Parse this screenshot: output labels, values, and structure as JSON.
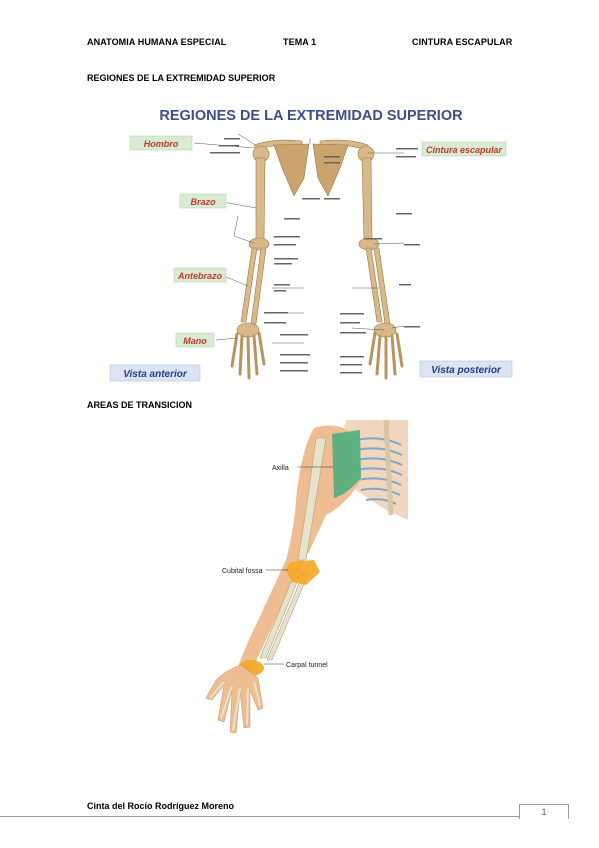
{
  "header": {
    "course": "ANATOMIA HUMANA ESPECIAL",
    "topic": "TEMA 1",
    "subject": "CINTURA ESCAPULAR"
  },
  "sections": {
    "regions_title": "REGIONES DE LA EXTREMIDAD SUPERIOR",
    "transition_title": "AREAS DE TRANSICION"
  },
  "figure_regions": {
    "title": "REGIONES DE LA EXTREMIDAD SUPERIOR",
    "region_labels": [
      "Hombro",
      "Brazo",
      "Antebrazo",
      "Mano"
    ],
    "girdle_label": "Cintura escapular",
    "view_anterior": "Vista anterior",
    "view_posterior": "Vista posterior"
  },
  "figure_transition": {
    "labels": [
      "Axilla",
      "Cubital fossa",
      "Carpal tunnel"
    ]
  },
  "footer": {
    "author": "Cinta del Rocío Rodríguez Moreno",
    "page": "1"
  },
  "colors": {
    "label_bg": "#d9ecd3",
    "label_text": "#c0392b",
    "view_bg": "#dce3f3",
    "view_text": "#1f3f8f",
    "bone": "#d9b98a",
    "axilla": "#4fae7f",
    "transition_orange": "#f5a623",
    "skin": "#e9b98b"
  }
}
